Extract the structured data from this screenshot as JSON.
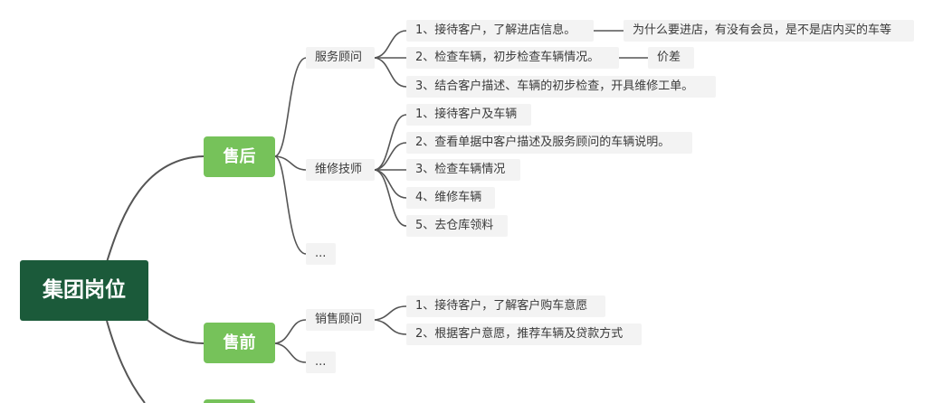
{
  "root": {
    "label": "集团岗位"
  },
  "branches": {
    "after_sales": {
      "label": "售后",
      "roles": {
        "service_advisor": {
          "label": "服务顾问",
          "tasks": [
            "1、接待客户，了解进店信息。",
            "2、检查车辆，初步检查车辆情况。",
            "3、结合客户描述、车辆的初步检查，开具维修工单。"
          ],
          "notes": [
            "为什么要进店，有没有会员，是不是店内买的车等",
            "价差"
          ]
        },
        "technician": {
          "label": "维修技师",
          "tasks": [
            "1、接待客户及车辆",
            "2、查看单据中客户描述及服务顾问的车辆说明。",
            "3、检查车辆情况",
            "4、维修车辆",
            "5、去仓库领料"
          ]
        },
        "more": {
          "label": "..."
        }
      }
    },
    "pre_sales": {
      "label": "售前",
      "roles": {
        "sales_advisor": {
          "label": "销售顾问",
          "tasks": [
            "1、接待客户，了解客户购车意愿",
            "2、根据客户意愿，推荐车辆及贷款方式"
          ]
        },
        "more": {
          "label": "..."
        }
      }
    }
  },
  "colors": {
    "root_fill": "#1b5a3a",
    "branch_fill": "#76c25a",
    "node_fill": "#f3f3f3",
    "connector": "#555555"
  }
}
